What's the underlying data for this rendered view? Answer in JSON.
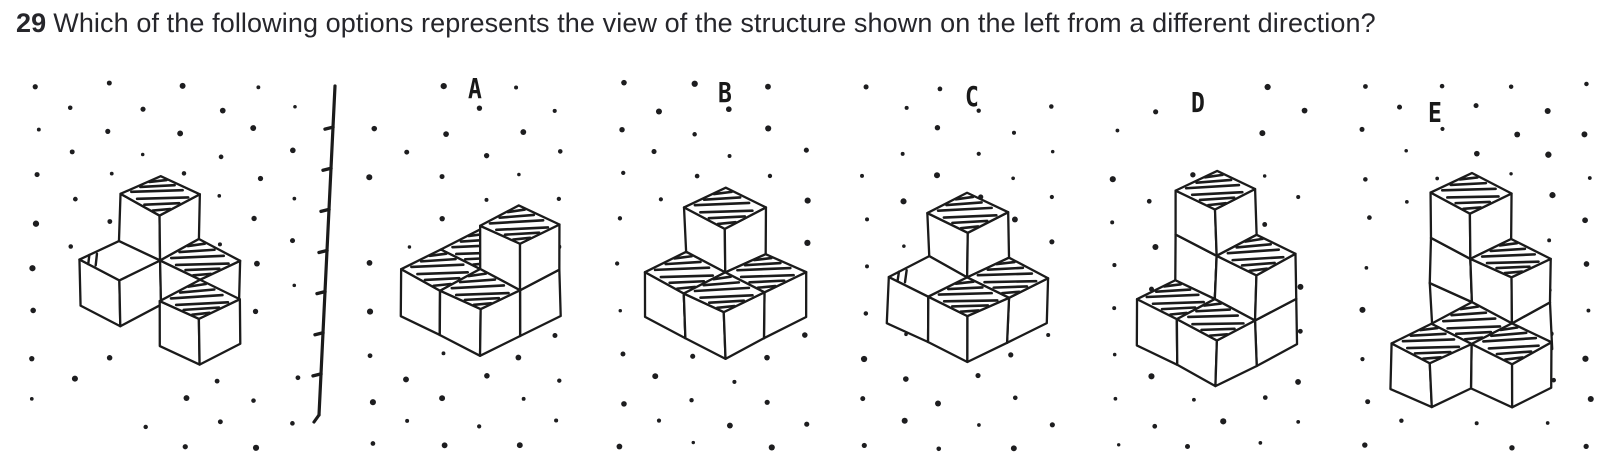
{
  "question": {
    "number": "29",
    "text": "Which of the following options represents the view of the structure shown on the left from a different direction?"
  },
  "colors": {
    "ink": "#1b1b1b",
    "paper": "#ffffff",
    "dot": "#1d1d1f",
    "text": "#26262b"
  },
  "reference": {
    "name": "reference structure",
    "cubes": [
      [
        0,
        0,
        0
      ],
      [
        0,
        0,
        1
      ],
      [
        0,
        1,
        0
      ],
      [
        1,
        0,
        0
      ],
      [
        2,
        1,
        0
      ]
    ],
    "hatched_tops": [
      [
        0,
        0,
        1
      ],
      [
        1,
        0,
        0
      ],
      [
        2,
        1,
        0
      ]
    ],
    "marked_tops": [
      [
        0,
        1,
        0
      ]
    ]
  },
  "options": [
    {
      "label": "A",
      "cubes": [
        [
          0,
          0,
          0
        ],
        [
          0,
          1,
          0
        ],
        [
          1,
          0,
          0
        ],
        [
          1,
          0,
          1
        ],
        [
          1,
          1,
          0
        ]
      ],
      "hatched_tops": [
        [
          1,
          0,
          1
        ],
        [
          0,
          0,
          0
        ],
        [
          0,
          1,
          0
        ],
        [
          1,
          1,
          0
        ]
      ],
      "marked_tops": []
    },
    {
      "label": "B",
      "cubes": [
        [
          0,
          0,
          0
        ],
        [
          0,
          0,
          1
        ],
        [
          0,
          1,
          0
        ],
        [
          1,
          0,
          0
        ],
        [
          1,
          1,
          0
        ]
      ],
      "hatched_tops": [
        [
          0,
          0,
          1
        ],
        [
          0,
          1,
          0
        ],
        [
          1,
          0,
          0
        ],
        [
          1,
          1,
          0
        ]
      ],
      "marked_tops": []
    },
    {
      "label": "C",
      "cubes": [
        [
          0,
          0,
          0
        ],
        [
          0,
          0,
          1
        ],
        [
          0,
          1,
          0
        ],
        [
          1,
          0,
          0
        ],
        [
          1,
          1,
          0
        ]
      ],
      "hatched_tops": [
        [
          0,
          0,
          1
        ],
        [
          1,
          0,
          0
        ],
        [
          1,
          1,
          0
        ]
      ],
      "marked_tops": [
        [
          0,
          1,
          0
        ]
      ]
    },
    {
      "label": "D",
      "cubes": [
        [
          0,
          0,
          0
        ],
        [
          0,
          0,
          1
        ],
        [
          0,
          0,
          2
        ],
        [
          1,
          0,
          0
        ],
        [
          1,
          0,
          1
        ],
        [
          0,
          1,
          0
        ],
        [
          1,
          1,
          0
        ]
      ],
      "hatched_tops": [
        [
          0,
          0,
          2
        ],
        [
          1,
          0,
          1
        ],
        [
          0,
          1,
          0
        ],
        [
          1,
          1,
          0
        ]
      ],
      "marked_tops": []
    },
    {
      "label": "E",
      "cubes": [
        [
          0,
          0,
          0
        ],
        [
          0,
          0,
          1
        ],
        [
          0,
          0,
          2
        ],
        [
          1,
          0,
          0
        ],
        [
          1,
          0,
          1
        ],
        [
          1,
          1,
          0
        ],
        [
          2,
          1,
          0
        ],
        [
          1,
          2,
          0
        ]
      ],
      "hatched_tops": [
        [
          0,
          0,
          2
        ],
        [
          1,
          0,
          1
        ],
        [
          1,
          1,
          0
        ],
        [
          2,
          1,
          0
        ],
        [
          1,
          2,
          0
        ]
      ],
      "marked_tops": []
    }
  ]
}
